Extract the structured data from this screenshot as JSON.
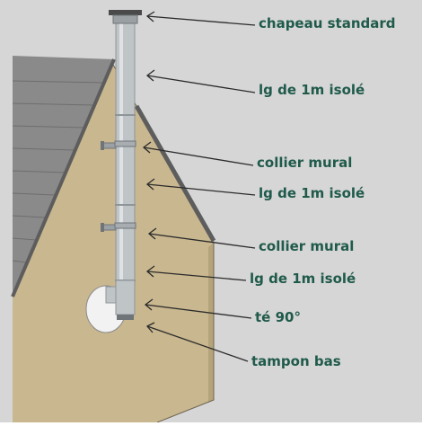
{
  "colors": {
    "background": "#d6d6d6",
    "wall": "#c9b78f",
    "wall_shadow": "#b6a37c",
    "roof": "#8a8a8a",
    "roof_edge": "#5d5d5d",
    "pipe": "#bfc4c7",
    "pipe_dark": "#8e9598",
    "text": "#1f5a4a",
    "arrow": "#2b2b2b"
  },
  "labels": [
    {
      "id": "chapeau",
      "text": "chapeau standard"
    },
    {
      "id": "lg1",
      "text": "lg de 1m isolé"
    },
    {
      "id": "collier1",
      "text": "collier mural"
    },
    {
      "id": "lg2",
      "text": "lg de 1m isolé"
    },
    {
      "id": "collier2",
      "text": "collier mural"
    },
    {
      "id": "lg3",
      "text": "lg de 1m isolé"
    },
    {
      "id": "te",
      "text": "té 90°"
    },
    {
      "id": "tampon",
      "text": "tampon bas"
    }
  ]
}
